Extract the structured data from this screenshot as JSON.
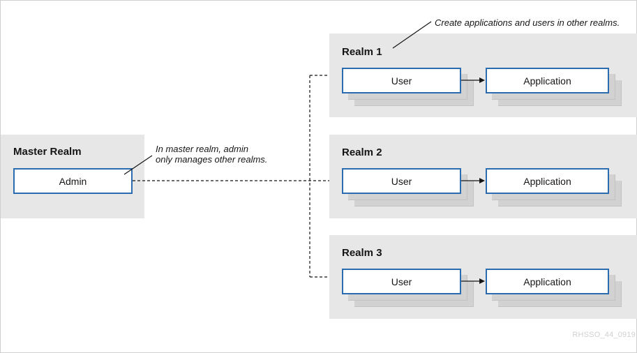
{
  "master": {
    "title": "Master Realm",
    "admin_label": "Admin",
    "note_line1": "In master realm, admin",
    "note_line2": "only manages other realms."
  },
  "realms": [
    {
      "title": "Realm 1",
      "user_label": "User",
      "app_label": "Application"
    },
    {
      "title": "Realm 2",
      "user_label": "User",
      "app_label": "Application"
    },
    {
      "title": "Realm 3",
      "user_label": "User",
      "app_label": "Application"
    }
  ],
  "top_note": "Create applications and users in other realms.",
  "watermark": "RHSSO_44_0919",
  "colors": {
    "panel": "#e7e7e7",
    "box_border": "#2b6cb0",
    "line": "#151515"
  }
}
